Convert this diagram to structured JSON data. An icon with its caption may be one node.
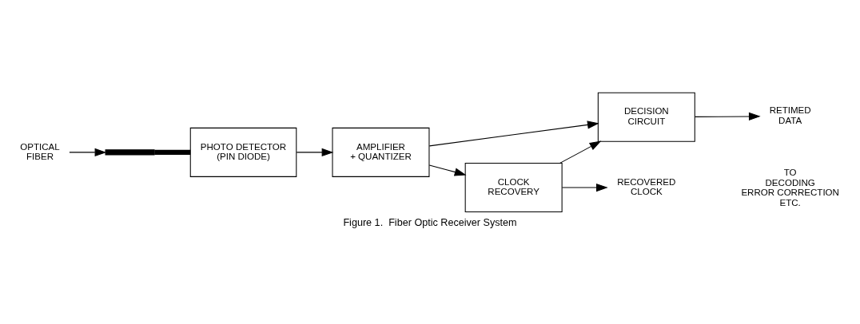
{
  "diagram": {
    "caption": "Figure 1.  Fiber Optic Receiver System",
    "nodes": [
      {
        "text": [
          "OPTICAL FIBER"
        ]
      },
      {
        "text": [],
        "shape": "bar"
      },
      {
        "text": [
          "PHOTO DETECTOR (PIN DIODE)"
        ]
      },
      {
        "text": [
          "AMPLIFIER + QUANTIZER"
        ]
      },
      {
        "text": [
          "CLOCK RECOVERY"
        ]
      },
      {
        "text": [
          "DECISION CIRCUIT"
        ]
      },
      {
        "text": [
          "RECOVERED CLOCK"
        ]
      },
      {
        "text": [
          "RETIMED DATA"
        ]
      }
    ],
    "edges": [
      {
        "from": 0,
        "to": 1,
        "arrow": "to"
      },
      {
        "from": 1,
        "to": 2,
        "arrow": "none",
        "style": "thick"
      },
      {
        "from": 2,
        "to": 3,
        "arrow": "to"
      },
      {
        "from": 3,
        "to": 4,
        "arrow": "to"
      },
      {
        "from": 3,
        "to": 5,
        "arrow": "to"
      },
      {
        "from": 4,
        "to": 6,
        "arrow": "to"
      },
      {
        "from": 4,
        "to": 5,
        "arrow": "to"
      },
      {
        "from": 5,
        "to": 7,
        "arrow": "to"
      }
    ],
    "labels": [
      "TO DECODING ERROR CORRECTION ETC."
    ]
  }
}
